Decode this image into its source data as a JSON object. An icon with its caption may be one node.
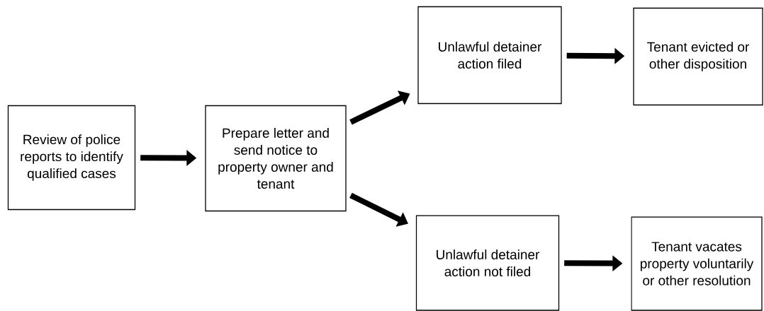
{
  "diagram": {
    "nodes": [
      {
        "text": [
          "Review of police reports to identify qualified cases"
        ]
      },
      {
        "text": [
          "Prepare letter and send notice to property owner and tenant"
        ]
      },
      {
        "text": [
          "Unlawful detainer action filed"
        ]
      },
      {
        "text": [
          "Tenant evicted or other disposition"
        ]
      },
      {
        "text": [
          "Unlawful detainer action not filed"
        ]
      },
      {
        "text": [
          "Tenant vacates property voluntarily or other resolution"
        ]
      }
    ],
    "edges": [
      {
        "from": 0,
        "to": 1,
        "arrow": "to"
      },
      {
        "from": 1,
        "to": 2,
        "arrow": "to"
      },
      {
        "from": 1,
        "to": 4,
        "arrow": "to"
      },
      {
        "from": 2,
        "to": 3,
        "arrow": "to"
      },
      {
        "from": 4,
        "to": 5,
        "arrow": "to"
      }
    ]
  }
}
